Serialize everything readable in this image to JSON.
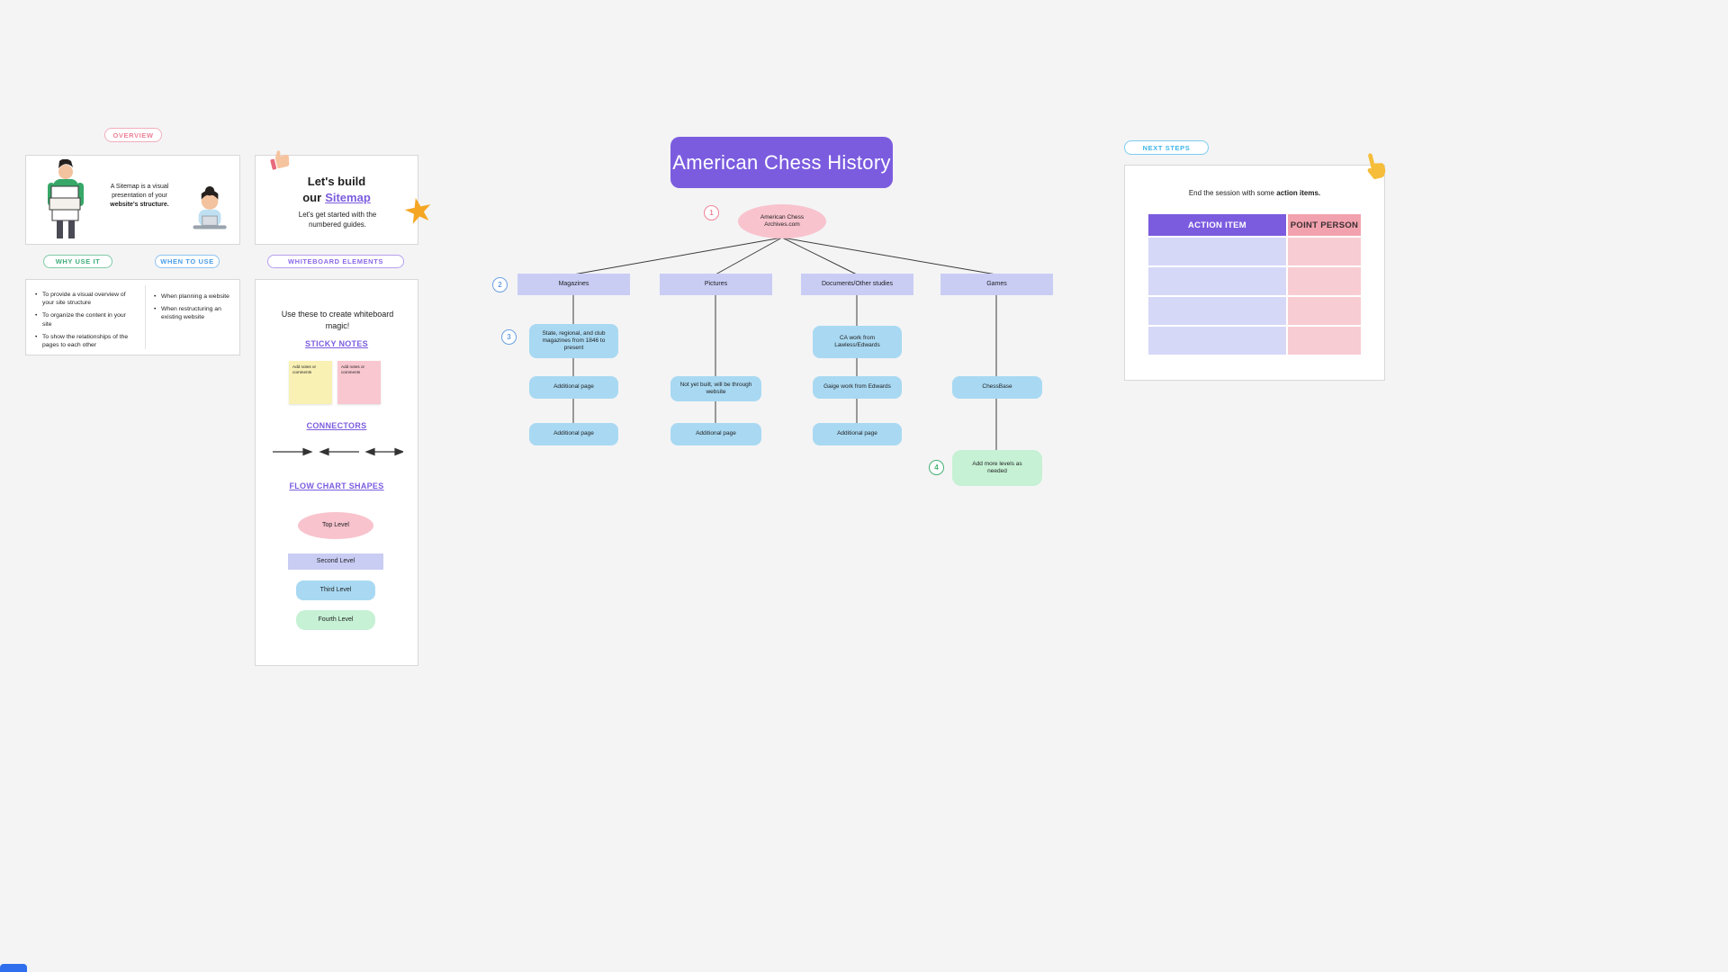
{
  "colors": {
    "background": "#f4f4f5",
    "title_purple": "#7b5cdf",
    "lavender": "#c9cdf4",
    "blue_node": "#a9d9f2",
    "green_node": "#c6f1d4",
    "pink_node": "#f8c3cd",
    "table_header_purple": "#7b5cdf",
    "table_header_pink": "#f2a2ae",
    "table_row_purple": "#d6d8f8",
    "table_row_pink": "#f8ccd3",
    "sticky_yellow": "#f9f0b4",
    "sticky_pink": "#f9c7cf",
    "star_orange": "#f5a623"
  },
  "overview": {
    "badge": "OVERVIEW",
    "intro_text": "A Sitemap is a visual presentation of your",
    "intro_bold": "website's structure.",
    "why_button": "WHY USE IT",
    "when_button": "WHEN TO USE",
    "why_items": [
      "To provide a visual overview of your site structure",
      "To organize the content in your site",
      "To show the relationships of the pages to each other"
    ],
    "when_items": [
      "When planning a website",
      "When restructuring an existing website"
    ]
  },
  "elements": {
    "title_line1": "Let's build",
    "title_line2": "our",
    "title_link": "Sitemap",
    "subtitle": "Let's get started with the numbered guides.",
    "badge": "WHITEBOARD ELEMENTS",
    "magic_text": "Use these to create whiteboard magic!",
    "sticky_heading": "STICKY NOTES",
    "sticky_text": "Add notes or comments",
    "connectors_heading": "CONNECTORS",
    "shapes_heading": "FLOW CHART SHAPES",
    "shapes": [
      "Top Level",
      "Second Level",
      "Third Level",
      "Fourth Level"
    ]
  },
  "sitemap": {
    "title": "American Chess History",
    "root_label": "American Chess Archives.com",
    "steps": [
      "1",
      "2",
      "3",
      "4"
    ],
    "branches": [
      {
        "label": "Magazines"
      },
      {
        "label": "Pictures"
      },
      {
        "label": "Documents/Other studies"
      },
      {
        "label": "Games"
      }
    ],
    "magazines_children": [
      "State, regional, and club magazines from 1846 to present",
      "Additional page",
      "Additional page"
    ],
    "pictures_children": [
      "Not yet built, will be through website",
      "Additional page"
    ],
    "documents_children": [
      "CA work from Lawless/Edwards",
      "Gaige work from Edwards",
      "Additional page"
    ],
    "games_children": [
      "ChessBase"
    ],
    "games_extra": "Add more levels as needed"
  },
  "next_steps": {
    "badge": "NEXT STEPS",
    "intro_text": "End the session with some",
    "intro_bold": "action items.",
    "headers": [
      "ACTION ITEM",
      "POINT PERSON"
    ]
  }
}
